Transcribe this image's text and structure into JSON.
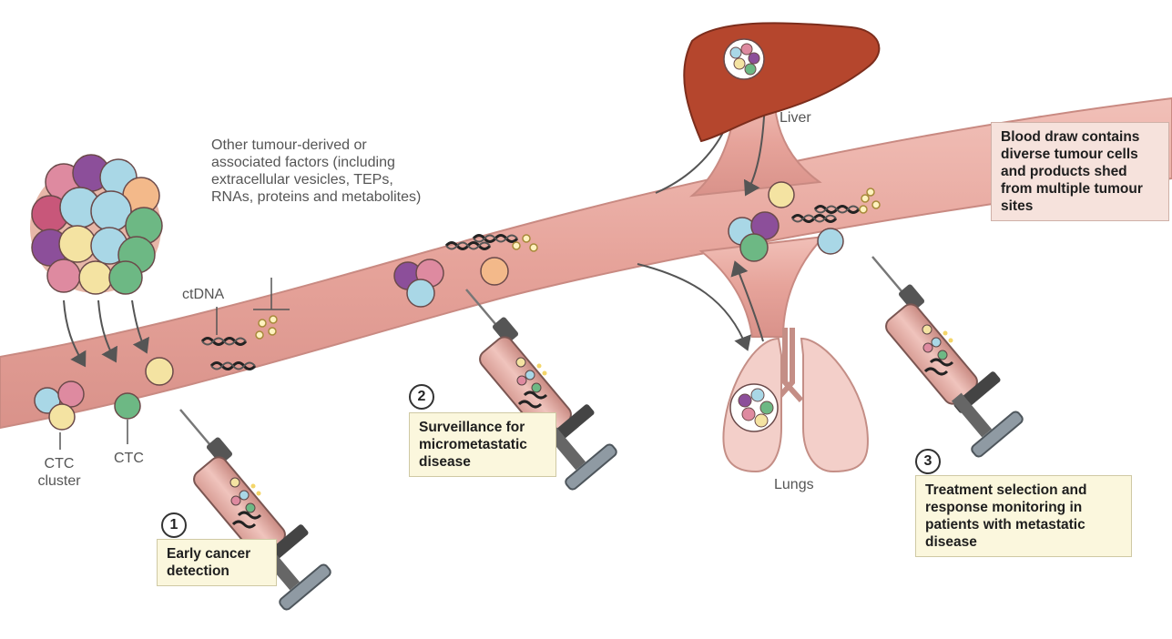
{
  "labels": {
    "factors": "Other tumour-derived or associated factors (including extracellular vesicles, TEPs, RNAs, proteins and metabolites)",
    "ctdna": "ctDNA",
    "ctc_cluster": "CTC cluster",
    "ctc": "CTC",
    "liver": "Liver",
    "lungs": "Lungs"
  },
  "steps": [
    {
      "number": "1",
      "text": "Early cancer detection"
    },
    {
      "number": "2",
      "text": "Surveillance for micrometastatic disease"
    },
    {
      "number": "3",
      "text": "Treatment selection and response monitoring in patients with metastatic disease"
    }
  ],
  "callout": "Blood draw contains diverse tumour cells and products shed from multiple tumour sites",
  "colors": {
    "vessel_fill": "#e8a8a0",
    "vessel_edge": "#c98a82",
    "liver": "#b5462d",
    "lungs": "#f3cfc9",
    "cell_blue": "#a9d7e6",
    "cell_pink": "#de8aa0",
    "cell_yellow": "#f4e3a2",
    "cell_green": "#6db884",
    "cell_purple": "#8c4f9a",
    "cell_orange": "#f3b98a",
    "step_box": "#fbf7dd",
    "callout_box": "#f6e2dc"
  }
}
